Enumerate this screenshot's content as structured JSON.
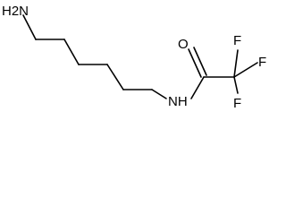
{
  "structure": {
    "atoms": {
      "amine": "H2N",
      "amide_nitrogen": "NH",
      "carbonyl_oxygen": "O",
      "fluorine_top_left": "F",
      "fluorine_top_right": "F",
      "fluorine_bottom": "F"
    }
  },
  "colors": {
    "ink": "#000000",
    "background": "#ffffff"
  }
}
